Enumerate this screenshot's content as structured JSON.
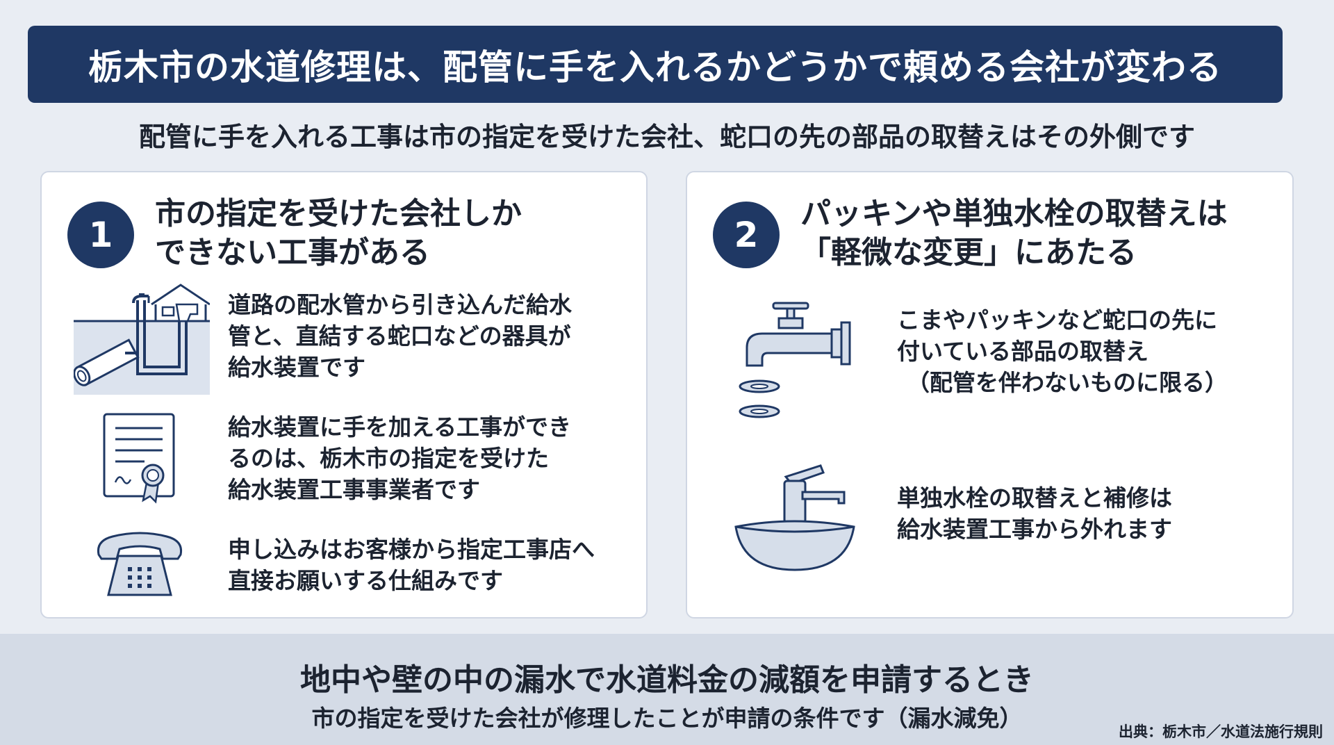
{
  "header": {
    "title": "栃木市の水道修理は、配管に手を入れるかどうかで頼める会社が変わる",
    "subtitle": "配管に手を入れる工事は市の指定を受けた会社、蛇口の先の部品の取替えはその外側です"
  },
  "cards": [
    {
      "number": "1",
      "title_lines": [
        "市の指定を受けた会社しか",
        "できない工事がある"
      ],
      "items": [
        {
          "icon": "water-supply-pipe-house-icon",
          "lines": [
            "道路の配水管から引き込んだ給水",
            "管と、直結する蛇口などの器具が",
            "給水装置です"
          ]
        },
        {
          "icon": "certificate-icon",
          "lines": [
            "給水装置に手を加える工事ができ",
            "るのは、栃木市の指定を受けた",
            "給水装置工事事業者です"
          ]
        },
        {
          "icon": "telephone-icon",
          "lines": [
            "申し込みはお客様から指定工事店へ",
            "直接お願いする仕組みです"
          ]
        }
      ]
    },
    {
      "number": "2",
      "title_lines": [
        "パッキンや単独水栓の取替えは",
        "「軽微な変更」にあたる"
      ],
      "items": [
        {
          "icon": "faucet-packing-icon",
          "lines": [
            "こまやパッキンなど蛇口の先に",
            "付いている部品の取替え",
            "（配管を伴わないものに限る）"
          ]
        },
        {
          "icon": "sink-faucet-icon",
          "lines": [
            "単独水栓の取替えと補修は",
            "給水装置工事から外れます"
          ]
        }
      ]
    }
  ],
  "footer": {
    "main": "地中や壁の中の漏水で水道料金の減額を申請するとき",
    "sub": "市の指定を受けた会社が修理したことが申請の条件です（漏水減免）",
    "source": "出典：栃木市／水道法施行規則"
  },
  "colors": {
    "navy": "#1f3864",
    "page_bg": "#e9edf3",
    "footer_bg": "#d4dbe6",
    "icon_stroke": "#1f3864",
    "icon_fill": "#d6deea"
  }
}
